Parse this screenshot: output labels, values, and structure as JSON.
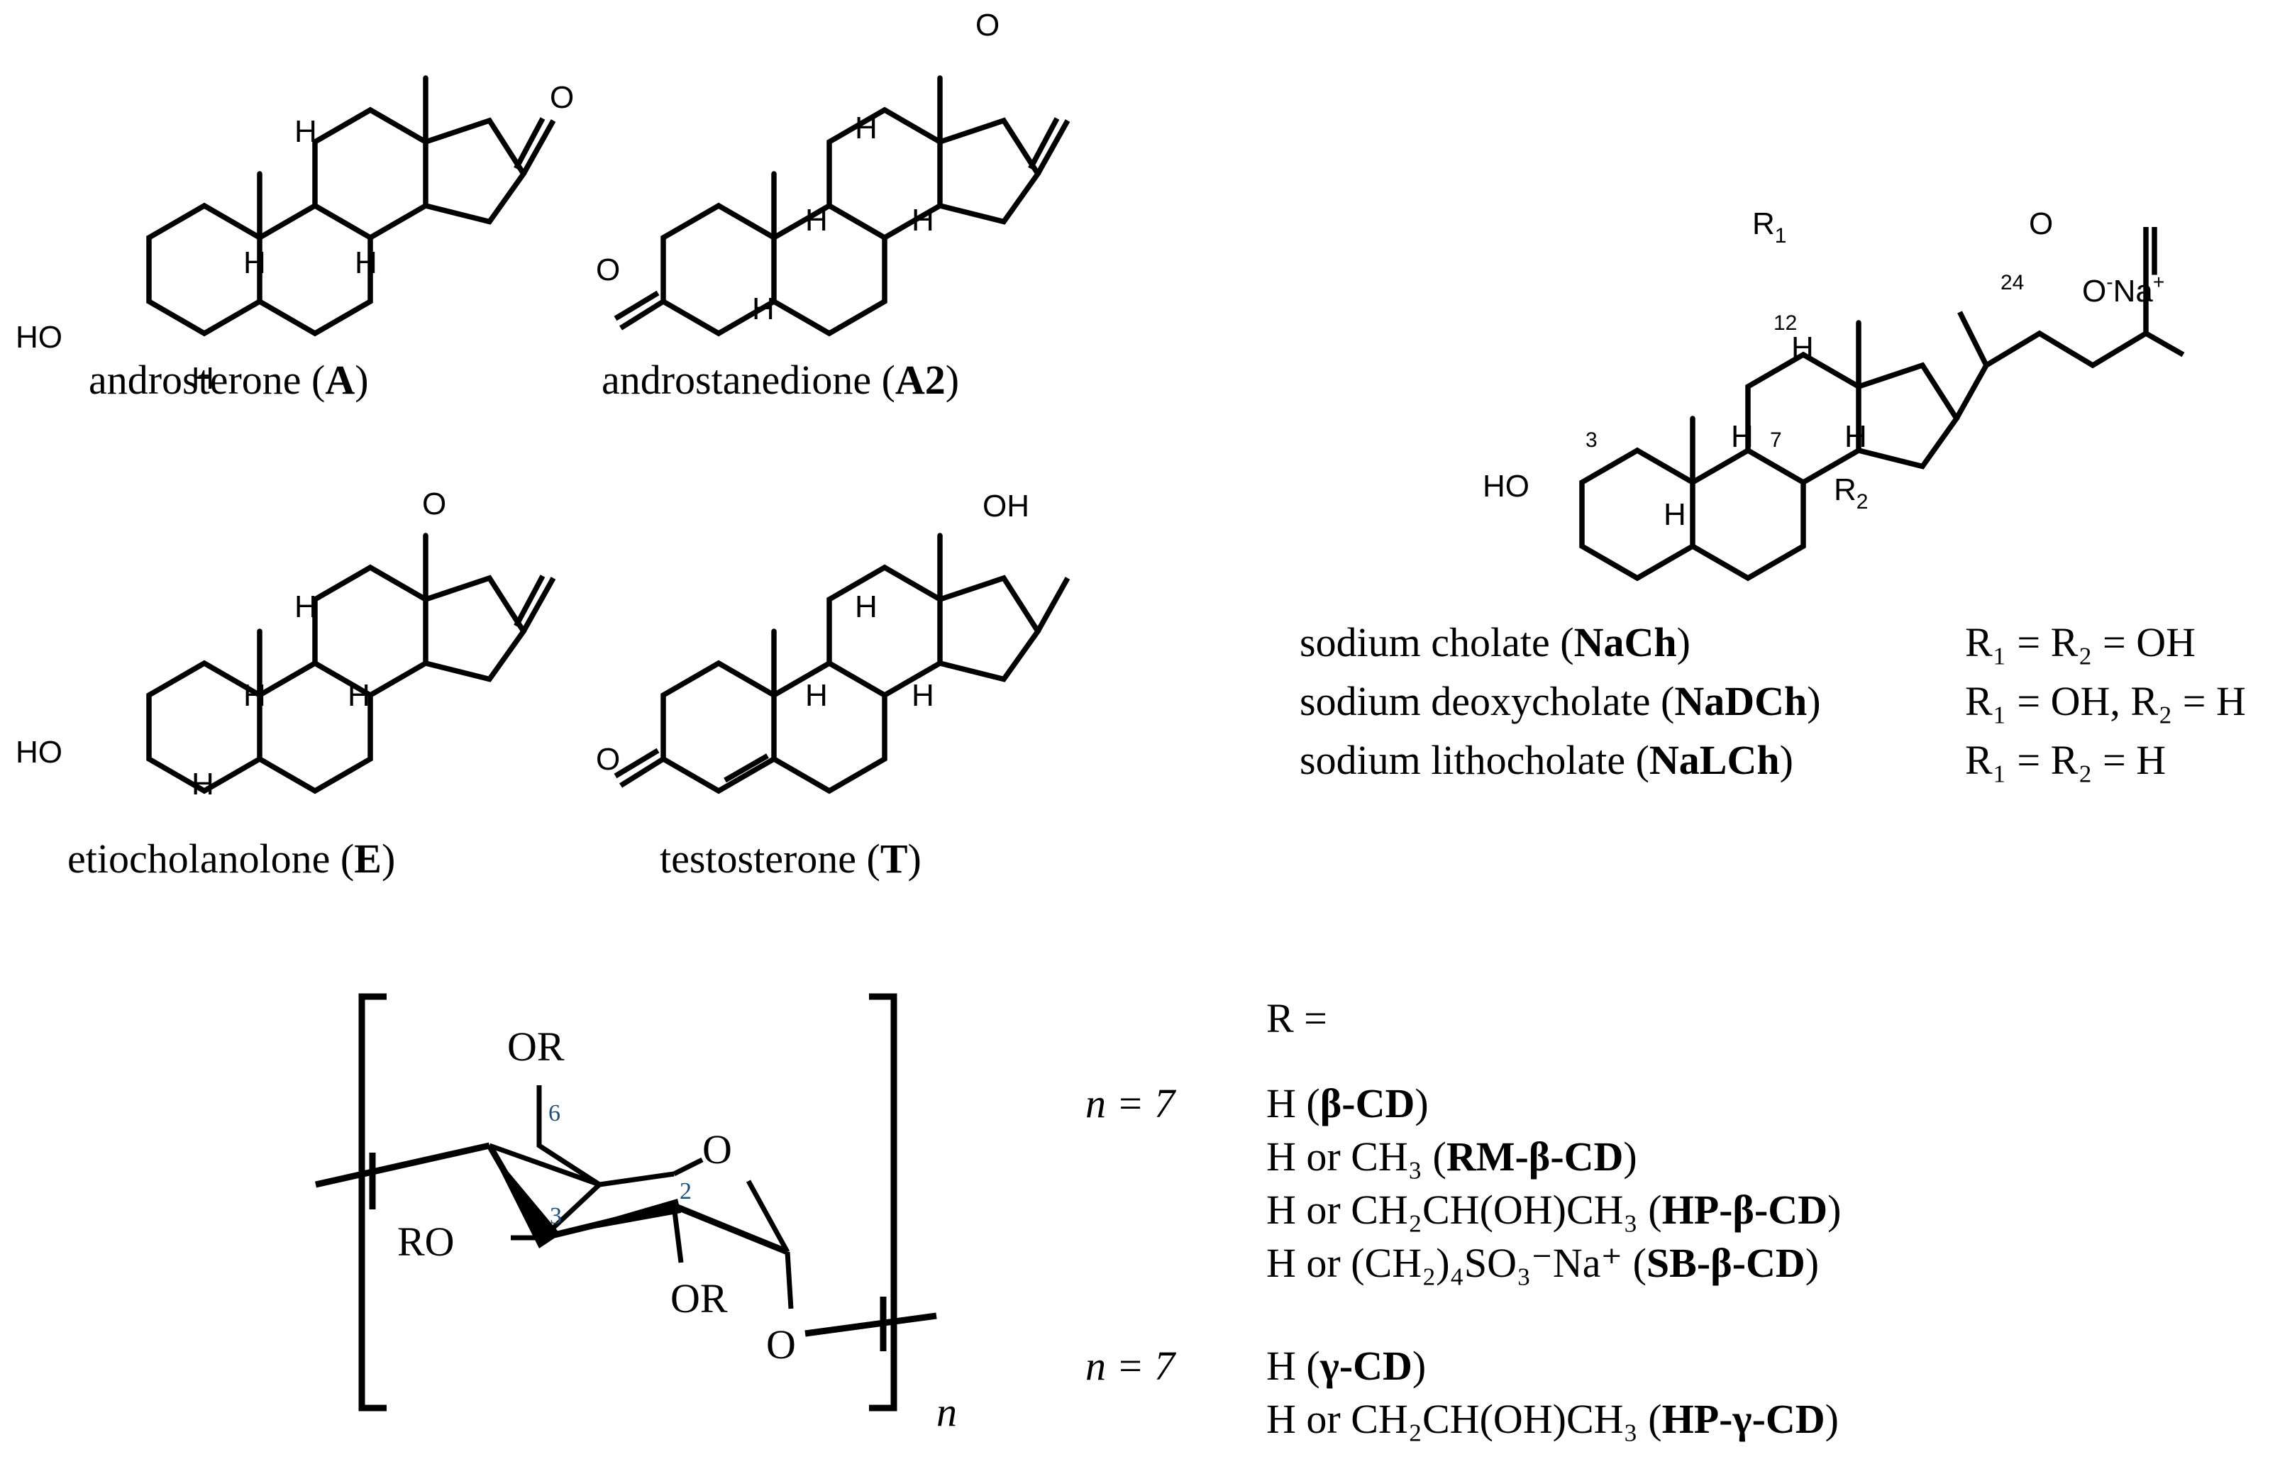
{
  "steroids": [
    {
      "name": "androsterone (",
      "code": "A",
      "close": ")"
    },
    {
      "name": "androstanedione (",
      "code": "A2",
      "close": ")"
    },
    {
      "name": "etiocholanolone (",
      "code": "E",
      "close": ")"
    },
    {
      "name": "testosterone (",
      "code": "T",
      "close": ")"
    }
  ],
  "atoms": {
    "O": "O",
    "H": "H",
    "HO": "HO",
    "OH": "OH",
    "R1": "R",
    "R2": "R",
    "sub1": "1",
    "sub2": "2",
    "ONa": "O",
    "minus": "-",
    "Na": "Na",
    "plus": "+",
    "n3": "3",
    "n7": "7",
    "n12": "12",
    "n24": "24"
  },
  "bile_salts": [
    {
      "name": "sodium cholate (",
      "code": "NaCh",
      "close": ")",
      "r": "R₁ = R₂ = OH"
    },
    {
      "name": "sodium deoxycholate (",
      "code": "NaDCh",
      "close": ")",
      "r": "R₁ = OH, R₂ = H"
    },
    {
      "name": "sodium lithocholate (",
      "code": "NaLCh",
      "close": ")",
      "r": "R₁ = R₂ = H"
    }
  ],
  "cd_unit": {
    "OR_top": "OR",
    "RO_left": "RO",
    "OR_bottom": "OR",
    "O_ring": "O",
    "O_link": "O",
    "n": "n",
    "pos6": "6",
    "pos3": "3",
    "pos2": "2"
  },
  "cd_table": {
    "r_header": "R =",
    "group1_n": "n = 7",
    "group1": [
      {
        "text": "H (",
        "code": "β-CD",
        "close": ")"
      },
      {
        "text": "H or CH₃ (",
        "code": "RM-β-CD",
        "close": ")"
      },
      {
        "text": "H or CH₂CH(OH)CH₃ (",
        "code": "HP-β-CD",
        "close": ")"
      },
      {
        "text": "H or (CH₂)₄SO₃⁻Na⁺ (",
        "code": "SB-β-CD",
        "close": ")"
      }
    ],
    "group2_n": "n = 7",
    "group2": [
      {
        "text": "H (",
        "code": "γ-CD",
        "close": ")"
      },
      {
        "text": "H or CH₂CH(OH)CH₃ (",
        "code": "HP-γ-CD",
        "close": ")"
      }
    ]
  }
}
